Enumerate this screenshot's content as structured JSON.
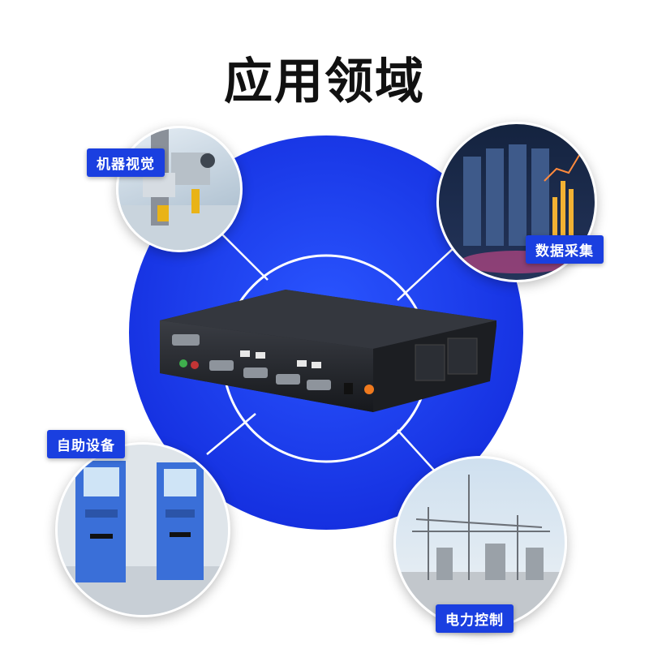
{
  "title": "应用领域",
  "applications": [
    {
      "label": "机器视觉",
      "icon": "machine-vision-image"
    },
    {
      "label": "数据采集",
      "icon": "data-center-image"
    },
    {
      "label": "自助设备",
      "icon": "kiosk-image"
    },
    {
      "label": "电力控制",
      "icon": "power-substation-image"
    }
  ],
  "colors": {
    "accent": "#1a3fe0",
    "circle": "#1f3ef0"
  }
}
